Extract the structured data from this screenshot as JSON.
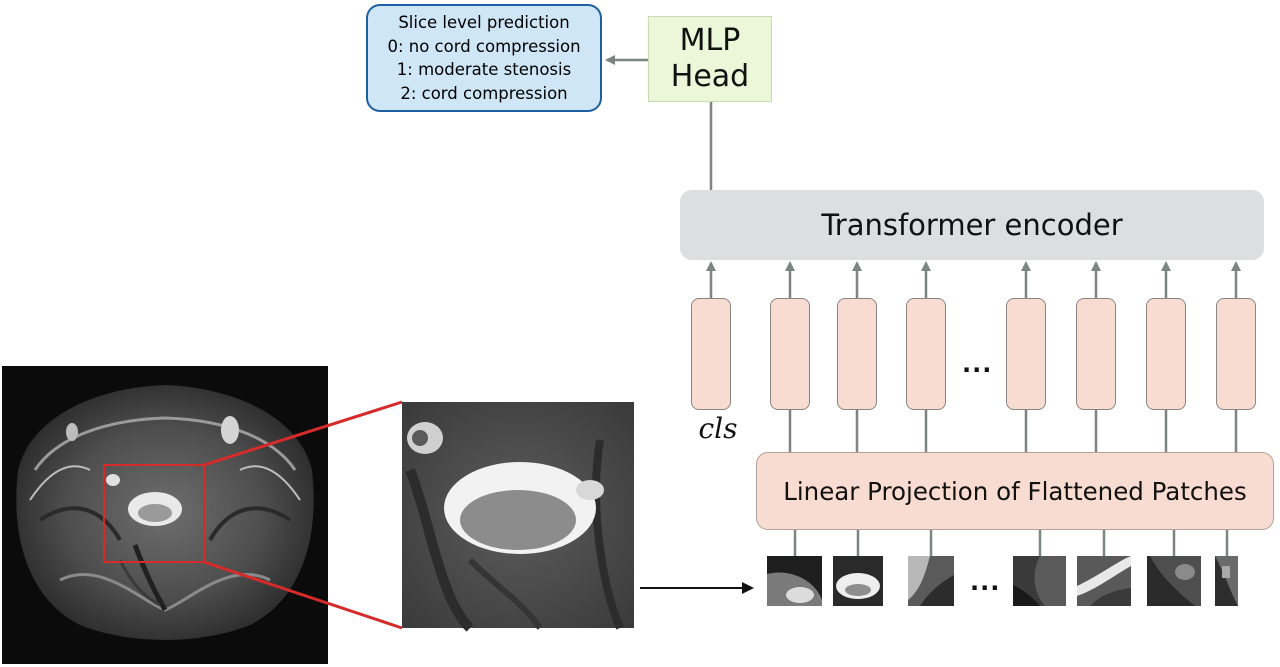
{
  "prediction_box": {
    "line1": "Slice level prediction",
    "line2": "0: no cord compression",
    "line3": "1: moderate stenosis",
    "line4": "2: cord compression"
  },
  "mlp_head": {
    "line1": "MLP",
    "line2": "Head"
  },
  "transformer_encoder": {
    "label": "Transformer encoder"
  },
  "linear_projection": {
    "label": "Linear Projection of Flattened Patches"
  },
  "tokens": {
    "cls_label": "cls",
    "ellipsis": "..."
  },
  "patches": {
    "ellipsis": "..."
  },
  "colors": {
    "prediction_fill": "#cfe6f7",
    "prediction_border": "#1d5fa0",
    "mlp_fill": "#ecf7da",
    "encoder_fill": "#dcdee0",
    "token_fill": "#f9dcd1",
    "arrow": "#7b8581",
    "zoom_lines": "#d52b2b"
  }
}
